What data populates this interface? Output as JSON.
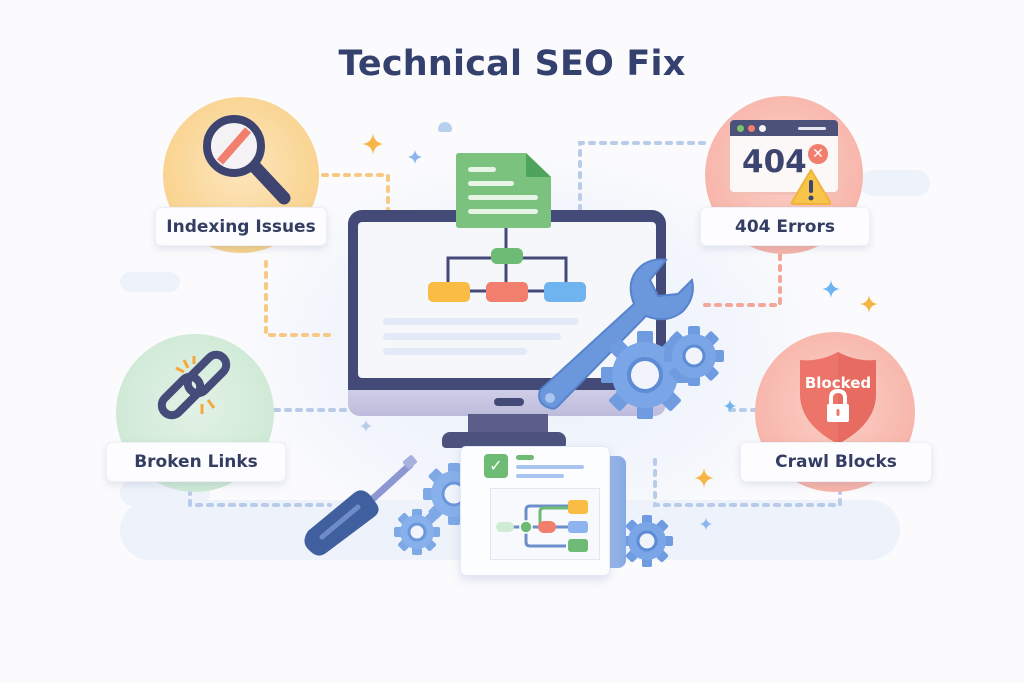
{
  "title": "Technical SEO Fix",
  "issues": [
    {
      "label": "Indexing Issues",
      "icon": "magnifier-blocked-icon",
      "color": "#f9d38f"
    },
    {
      "label": "404 Errors",
      "icon": "error-404-window-icon",
      "color": "#f7b3a8",
      "window_text": "404"
    },
    {
      "label": "Broken Links",
      "icon": "broken-chain-icon",
      "color": "#cfe9d6"
    },
    {
      "label": "Crawl Blocks",
      "icon": "blocked-shield-icon",
      "color": "#f7b3a8",
      "shield_text": "Blocked"
    }
  ],
  "center": {
    "monitor": "monitor-sitemap-icon",
    "document": "sitemap-document-icon",
    "tools": [
      "wrench-icon",
      "gear-icon",
      "screwdriver-icon"
    ],
    "report": "checklist-report-icon"
  },
  "colors": {
    "title": "#34406e",
    "navy": "#3d4470",
    "blue": "#6b97dc",
    "green": "#6dbb74",
    "orange": "#f6b544",
    "red": "#f27e6e",
    "light_blue": "#6fb4ef"
  }
}
